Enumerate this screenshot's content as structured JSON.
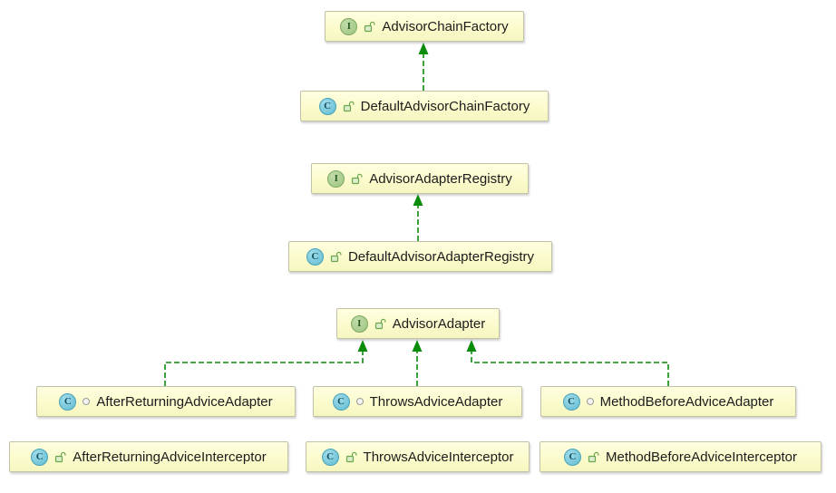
{
  "diagram": {
    "kind": "uml-class-diagram",
    "colors": {
      "node_fill": "#fbfbcd",
      "node_border": "#c2c2a8",
      "edge_green": "#0b8c0b",
      "interface_icon_green": "#9cc47e",
      "class_icon_blue": "#62bcd1",
      "lock_icon_green": "#6ca54c",
      "package_dot_gray": "#9a9a9a",
      "text": "#1c1c1c",
      "background": "#ffffff"
    },
    "icons": {
      "interface_glyph": "I",
      "class_glyph": "C",
      "public_modifier": "open-lock-icon",
      "package_private_modifier": "gray-dot-icon"
    },
    "nodes": [
      {
        "label": "AdvisorChainFactory",
        "kind": "interface",
        "icon_glyph": "I",
        "modifier": "open-lock"
      },
      {
        "label": "DefaultAdvisorChainFactory",
        "kind": "class",
        "icon_glyph": "C",
        "modifier": "open-lock"
      },
      {
        "label": "AdvisorAdapterRegistry",
        "kind": "interface",
        "icon_glyph": "I",
        "modifier": "open-lock"
      },
      {
        "label": "DefaultAdvisorAdapterRegistry",
        "kind": "class",
        "icon_glyph": "C",
        "modifier": "open-lock"
      },
      {
        "label": "AdvisorAdapter",
        "kind": "interface",
        "icon_glyph": "I",
        "modifier": "open-lock"
      },
      {
        "label": "AfterReturningAdviceAdapter",
        "kind": "class",
        "icon_glyph": "C",
        "modifier": "gray-dot"
      },
      {
        "label": "ThrowsAdviceAdapter",
        "kind": "class",
        "icon_glyph": "C",
        "modifier": "gray-dot"
      },
      {
        "label": "MethodBeforeAdviceAdapter",
        "kind": "class",
        "icon_glyph": "C",
        "modifier": "gray-dot"
      },
      {
        "label": "AfterReturningAdviceInterceptor",
        "kind": "class",
        "icon_glyph": "C",
        "modifier": "open-lock"
      },
      {
        "label": "ThrowsAdviceInterceptor",
        "kind": "class",
        "icon_glyph": "C",
        "modifier": "open-lock"
      },
      {
        "label": "MethodBeforeAdviceInterceptor",
        "kind": "class",
        "icon_glyph": "C",
        "modifier": "open-lock"
      }
    ],
    "edges": [
      {
        "from": "DefaultAdvisorChainFactory",
        "to": "AdvisorChainFactory",
        "type": "implements",
        "style": "green-dashed-hollowless-triangle"
      },
      {
        "from": "DefaultAdvisorAdapterRegistry",
        "to": "AdvisorAdapterRegistry",
        "type": "implements",
        "style": "green-dashed"
      },
      {
        "from": "AfterReturningAdviceAdapter",
        "to": "AdvisorAdapter",
        "type": "implements",
        "style": "green-dashed"
      },
      {
        "from": "ThrowsAdviceAdapter",
        "to": "AdvisorAdapter",
        "type": "implements",
        "style": "green-dashed"
      },
      {
        "from": "MethodBeforeAdviceAdapter",
        "to": "AdvisorAdapter",
        "type": "implements",
        "style": "green-dashed"
      }
    ]
  }
}
